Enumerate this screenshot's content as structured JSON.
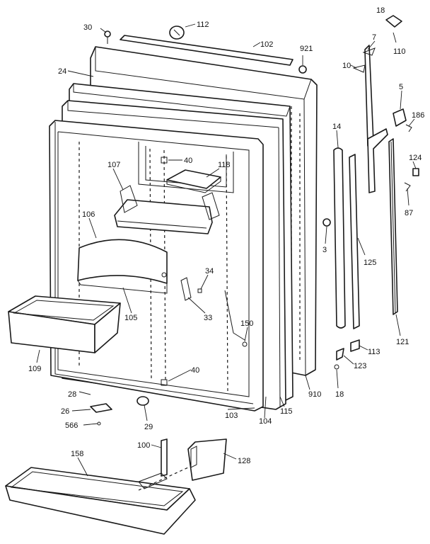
{
  "labels": [
    {
      "id": "l18a",
      "text": "18"
    },
    {
      "id": "l30",
      "text": "30"
    },
    {
      "id": "l112",
      "text": "112"
    },
    {
      "id": "l102",
      "text": "102"
    },
    {
      "id": "l921",
      "text": "921"
    },
    {
      "id": "l7",
      "text": "7"
    },
    {
      "id": "l110",
      "text": "110"
    },
    {
      "id": "l10",
      "text": "10"
    },
    {
      "id": "l24",
      "text": "24"
    },
    {
      "id": "l5",
      "text": "5"
    },
    {
      "id": "l186",
      "text": "186"
    },
    {
      "id": "l14",
      "text": "14"
    },
    {
      "id": "l40a",
      "text": "40"
    },
    {
      "id": "l107",
      "text": "107"
    },
    {
      "id": "l118",
      "text": "118"
    },
    {
      "id": "l124",
      "text": "124"
    },
    {
      "id": "l87",
      "text": "87"
    },
    {
      "id": "l106",
      "text": "106"
    },
    {
      "id": "l3",
      "text": "3"
    },
    {
      "id": "l125",
      "text": "125"
    },
    {
      "id": "l34",
      "text": "34"
    },
    {
      "id": "l105",
      "text": "105"
    },
    {
      "id": "l33",
      "text": "33"
    },
    {
      "id": "l150",
      "text": "150"
    },
    {
      "id": "l121",
      "text": "121"
    },
    {
      "id": "l113",
      "text": "113"
    },
    {
      "id": "l109",
      "text": "109"
    },
    {
      "id": "l123",
      "text": "123"
    },
    {
      "id": "l40b",
      "text": "40"
    },
    {
      "id": "l910",
      "text": "910"
    },
    {
      "id": "l18b",
      "text": "18"
    },
    {
      "id": "l28",
      "text": "28"
    },
    {
      "id": "l115",
      "text": "115"
    },
    {
      "id": "l104",
      "text": "104"
    },
    {
      "id": "l103",
      "text": "103"
    },
    {
      "id": "l26",
      "text": "26"
    },
    {
      "id": "l29",
      "text": "29"
    },
    {
      "id": "l566",
      "text": "566"
    },
    {
      "id": "l100",
      "text": "100"
    },
    {
      "id": "l158",
      "text": "158"
    },
    {
      "id": "l128",
      "text": "128"
    }
  ]
}
